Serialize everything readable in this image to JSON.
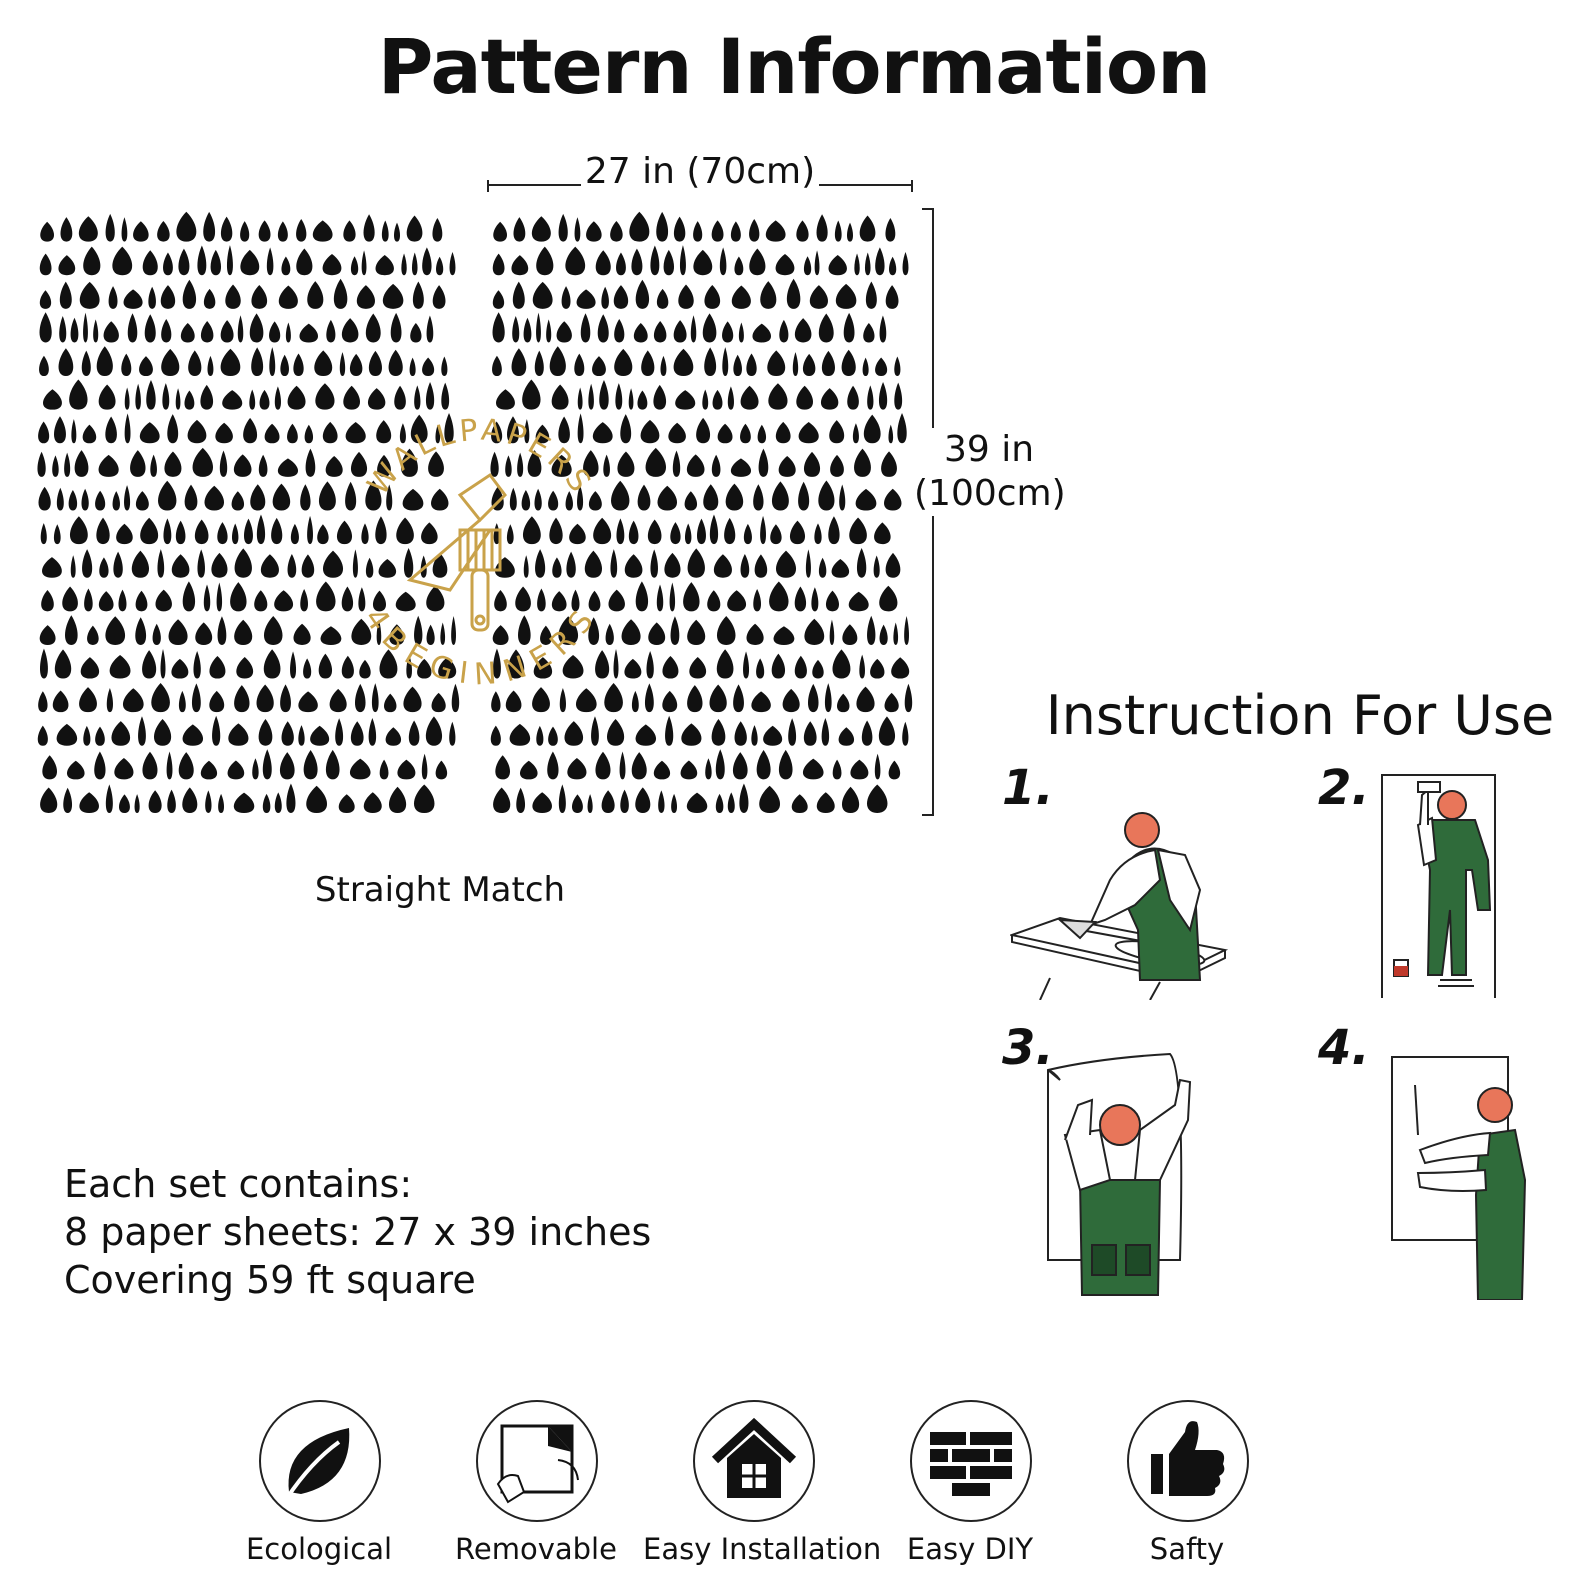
{
  "title": "Pattern Information",
  "dimensions": {
    "width_label": "27 in (70cm)",
    "height_label_line1": "39 in",
    "height_label_line2": "(100cm)"
  },
  "watermark": {
    "top_text": "WALLPAPERS",
    "bottom_text": "4BEGINNERS",
    "color": "#c9a24a"
  },
  "match_label": "Straight Match",
  "set_contents": {
    "line1": "Each set contains:",
    "line2": "8 paper sheets: 27 x 39 inches",
    "line3": "Covering 59 ft square"
  },
  "instructions": {
    "title": "Instruction For Use",
    "steps": [
      {
        "number": "1.",
        "figure": "worker-pasting-table"
      },
      {
        "number": "2.",
        "figure": "worker-brushing-wall"
      },
      {
        "number": "3.",
        "figure": "worker-hanging-sheet"
      },
      {
        "number": "4.",
        "figure": "worker-smoothing-sheet"
      }
    ],
    "skin_color": "#e8765a",
    "overall_color": "#2f6b3a"
  },
  "features": [
    {
      "label": "Ecological",
      "icon": "leaf-icon"
    },
    {
      "label": "Removable",
      "icon": "peel-sheet-icon"
    },
    {
      "label": "Easy Installation",
      "icon": "house-icon"
    },
    {
      "label": "Easy DIY",
      "icon": "bricks-icon"
    },
    {
      "label": "Safty",
      "icon": "thumbs-up-icon"
    }
  ]
}
